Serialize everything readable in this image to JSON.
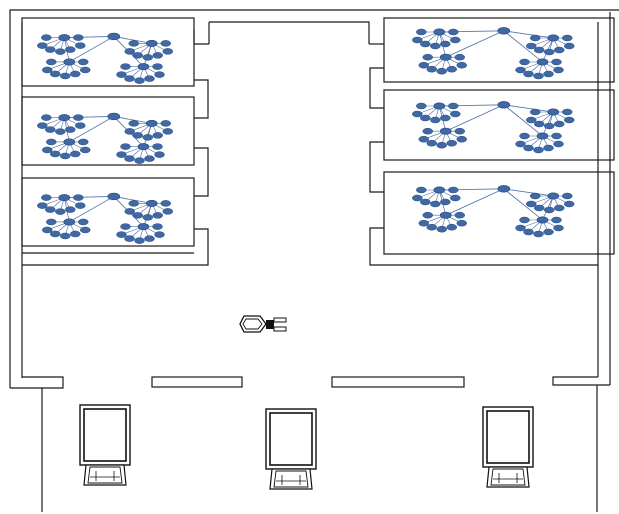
{
  "diagram": {
    "type": "floor-plan",
    "colors": {
      "walls": "#1a1a1a",
      "node_fill": "#3e68a6",
      "node_stroke": "#27477a",
      "links": "#4a6fa5",
      "background": "#ffffff"
    },
    "room_count": 6,
    "network_clusters_per_room": 1,
    "door_units": 3,
    "icons": [
      "network-cluster-icon",
      "robot-icon",
      "door-terminal-icon"
    ]
  }
}
